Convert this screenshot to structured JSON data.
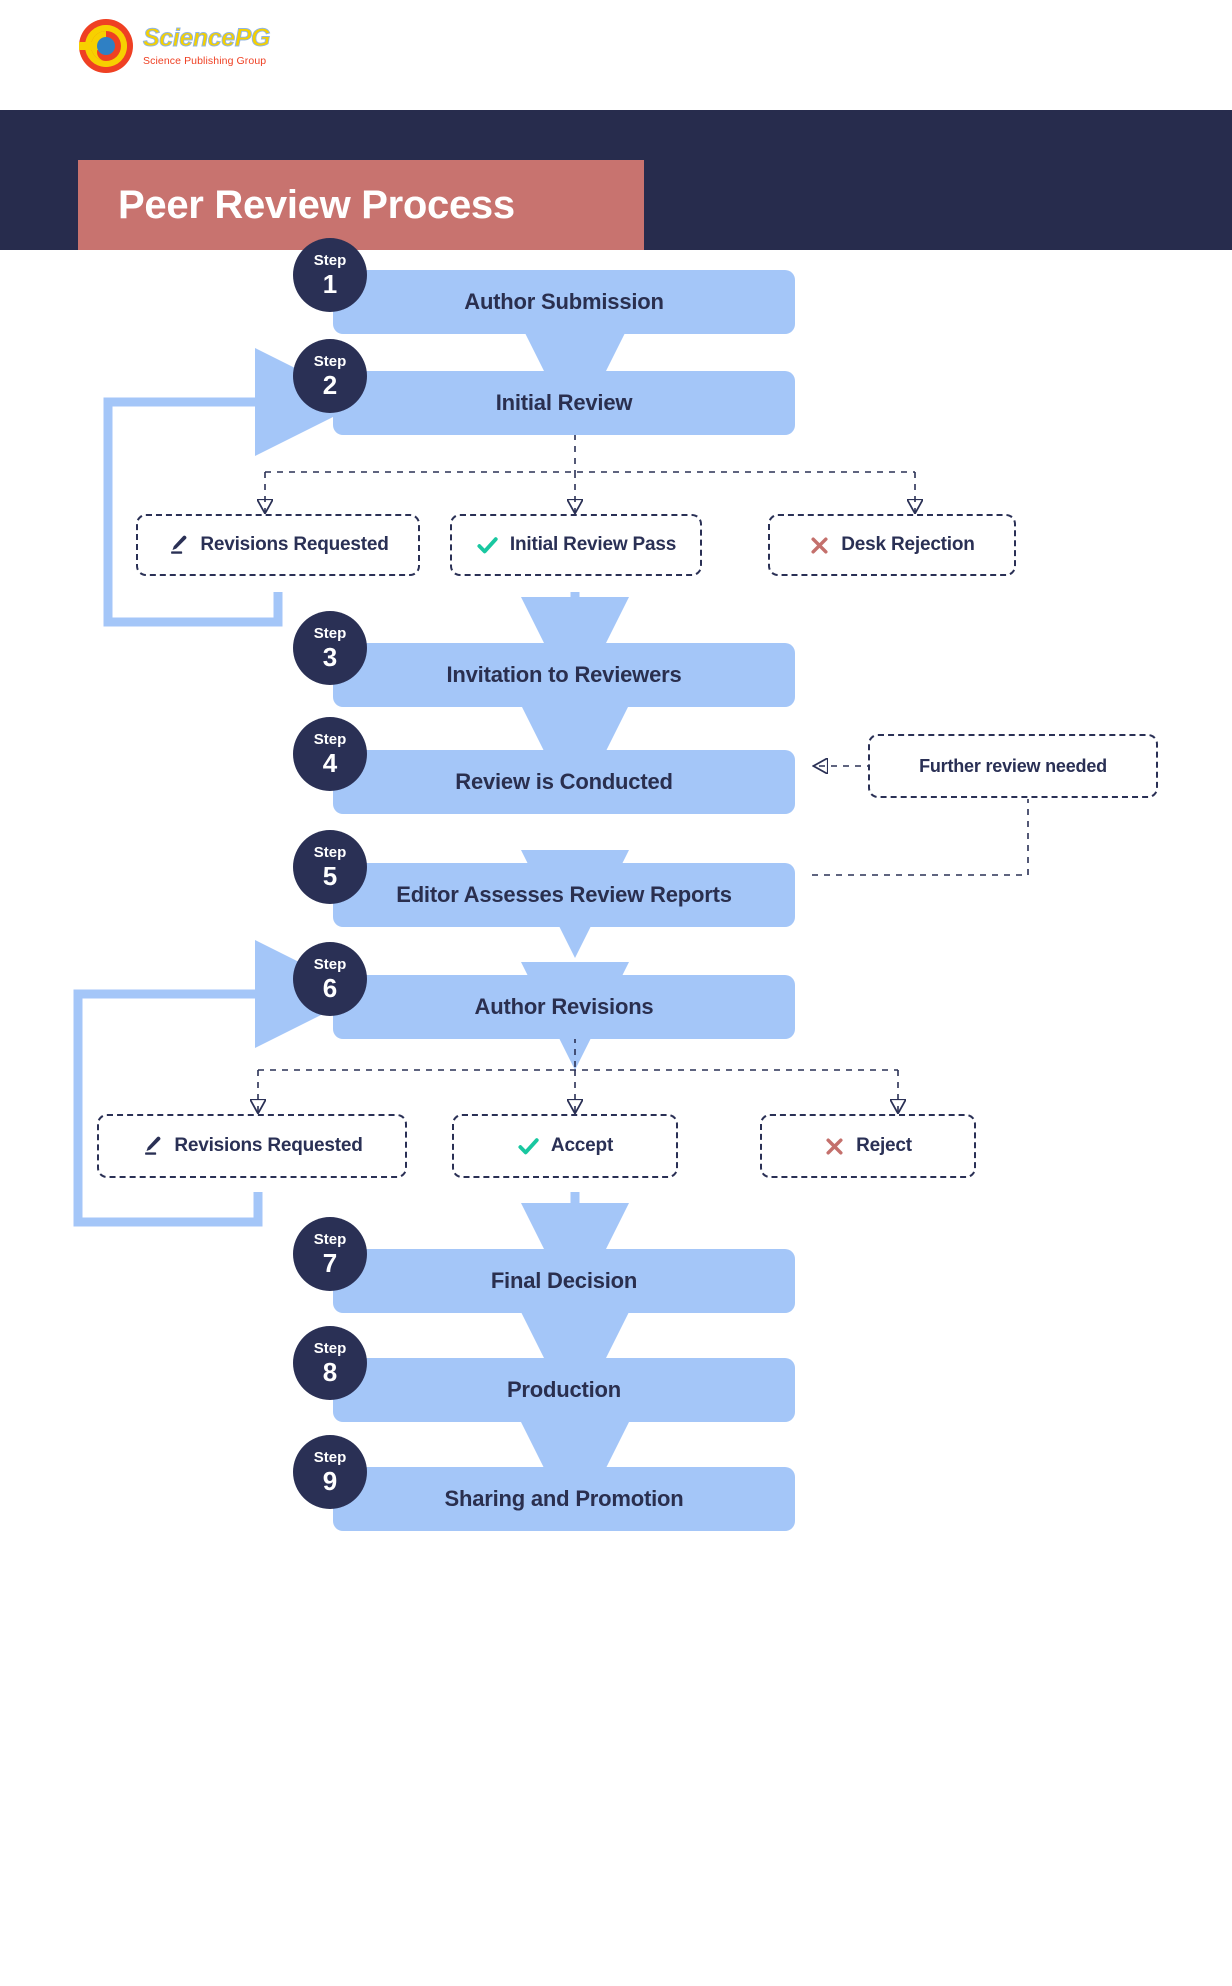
{
  "brand": {
    "logo_title": "SciencePG",
    "logo_subtitle": "Science Publishing Group",
    "logo_icon": "sciencepg-circular-logo-icon"
  },
  "header": {
    "title": "Peer Review Process",
    "band_color": "#272c4d",
    "title_box_color": "#c8736f",
    "title_text_color": "#ffffff"
  },
  "colors": {
    "step_box": "#a4c6f8",
    "step_badge": "#2a3055",
    "text_dark": "#2a2f4f",
    "accept_green": "#19c7a0",
    "reject_red": "#c4706c",
    "arrow_blue": "#a4c6f8",
    "dashed_line": "#2a3055"
  },
  "chart_data": {
    "type": "flowchart",
    "title": "Peer Review Process",
    "nodes": [
      {
        "id": "s1",
        "kind": "step",
        "step_word": "Step",
        "step_number": "1",
        "label": "Author Submission"
      },
      {
        "id": "s2",
        "kind": "step",
        "step_word": "Step",
        "step_number": "2",
        "label": "Initial Review"
      },
      {
        "id": "d1a",
        "kind": "decision",
        "icon": "pencil-icon",
        "label": "Revisions Requested"
      },
      {
        "id": "d1b",
        "kind": "decision",
        "icon": "check-icon",
        "label": "Initial Review Pass"
      },
      {
        "id": "d1c",
        "kind": "decision",
        "icon": "cross-icon",
        "label": "Desk Rejection"
      },
      {
        "id": "s3",
        "kind": "step",
        "step_word": "Step",
        "step_number": "3",
        "label": "Invitation to Reviewers"
      },
      {
        "id": "s4",
        "kind": "step",
        "step_word": "Step",
        "step_number": "4",
        "label": "Review is Conducted"
      },
      {
        "id": "n1",
        "kind": "note",
        "label": "Further review needed"
      },
      {
        "id": "s5",
        "kind": "step",
        "step_word": "Step",
        "step_number": "5",
        "label": "Editor Assesses Review Reports"
      },
      {
        "id": "s6",
        "kind": "step",
        "step_word": "Step",
        "step_number": "6",
        "label": "Author Revisions"
      },
      {
        "id": "d2a",
        "kind": "decision",
        "icon": "pencil-icon",
        "label": "Revisions Requested"
      },
      {
        "id": "d2b",
        "kind": "decision",
        "icon": "check-icon",
        "label": "Accept"
      },
      {
        "id": "d2c",
        "kind": "decision",
        "icon": "cross-icon",
        "label": "Reject"
      },
      {
        "id": "s7",
        "kind": "step",
        "step_word": "Step",
        "step_number": "7",
        "label": "Final Decision"
      },
      {
        "id": "s8",
        "kind": "step",
        "step_word": "Step",
        "step_number": "8",
        "label": "Production"
      },
      {
        "id": "s9",
        "kind": "step",
        "step_word": "Step",
        "step_number": "9",
        "label": "Sharing and Promotion"
      }
    ],
    "edges": [
      {
        "from": "s1",
        "to": "s2",
        "style": "solid-blue"
      },
      {
        "from": "s2",
        "to": "d1a",
        "style": "dashed"
      },
      {
        "from": "s2",
        "to": "d1b",
        "style": "dashed"
      },
      {
        "from": "s2",
        "to": "d1c",
        "style": "dashed"
      },
      {
        "from": "d1a",
        "to": "s2",
        "style": "solid-blue-loop"
      },
      {
        "from": "d1b",
        "to": "s3",
        "style": "solid-blue"
      },
      {
        "from": "s3",
        "to": "s4",
        "style": "solid-blue"
      },
      {
        "from": "n1",
        "to": "s4",
        "style": "dashed"
      },
      {
        "from": "s5",
        "to": "n1",
        "style": "dashed"
      },
      {
        "from": "s4",
        "to": "s5",
        "style": "solid-blue"
      },
      {
        "from": "s5",
        "to": "s6",
        "style": "solid-blue"
      },
      {
        "from": "s6",
        "to": "d2a",
        "style": "dashed"
      },
      {
        "from": "s6",
        "to": "d2b",
        "style": "dashed"
      },
      {
        "from": "s6",
        "to": "d2c",
        "style": "dashed"
      },
      {
        "from": "d2a",
        "to": "s6",
        "style": "solid-blue-loop"
      },
      {
        "from": "d2b",
        "to": "s7",
        "style": "solid-blue"
      },
      {
        "from": "s7",
        "to": "s8",
        "style": "solid-blue"
      },
      {
        "from": "s8",
        "to": "s9",
        "style": "solid-blue"
      }
    ]
  },
  "steps": {
    "s1": {
      "word": "Step",
      "num": "1",
      "label": "Author Submission"
    },
    "s2": {
      "word": "Step",
      "num": "2",
      "label": "Initial Review"
    },
    "s3": {
      "word": "Step",
      "num": "3",
      "label": "Invitation to Reviewers"
    },
    "s4": {
      "word": "Step",
      "num": "4",
      "label": "Review is Conducted"
    },
    "s5": {
      "word": "Step",
      "num": "5",
      "label": "Editor Assesses Review Reports"
    },
    "s6": {
      "word": "Step",
      "num": "6",
      "label": "Author Revisions"
    },
    "s7": {
      "word": "Step",
      "num": "7",
      "label": "Final Decision"
    },
    "s8": {
      "word": "Step",
      "num": "8",
      "label": "Production"
    },
    "s9": {
      "word": "Step",
      "num": "9",
      "label": "Sharing and Promotion"
    }
  },
  "decisions": {
    "d1a": {
      "label": "Revisions Requested",
      "icon": "pencil-icon"
    },
    "d1b": {
      "label": "Initial Review Pass",
      "icon": "check-icon"
    },
    "d1c": {
      "label": "Desk Rejection",
      "icon": "cross-icon"
    },
    "d2a": {
      "label": "Revisions Requested",
      "icon": "pencil-icon"
    },
    "d2b": {
      "label": "Accept",
      "icon": "check-icon"
    },
    "d2c": {
      "label": "Reject",
      "icon": "cross-icon"
    }
  },
  "notes": {
    "n1": {
      "label": "Further review needed"
    }
  }
}
